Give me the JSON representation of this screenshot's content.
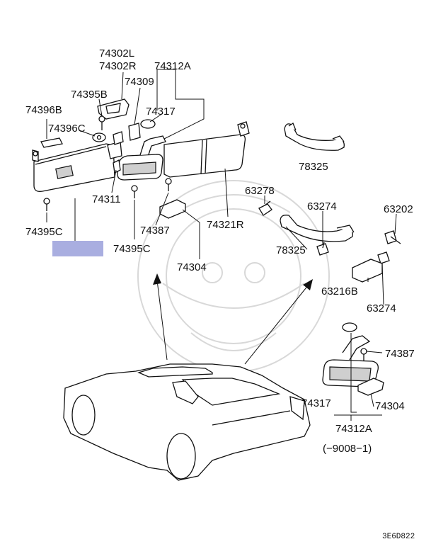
{
  "labels": {
    "l74302L": "74302L",
    "l74302R": "74302R",
    "l74312A_top": "74312A",
    "l74395B": "74395B",
    "l74309": "74309",
    "l74396B": "74396B",
    "l74317_top": "74317",
    "l74396C": "74396C",
    "l78325_top": "78325",
    "l63278": "63278",
    "l74311": "74311",
    "l63274_top": "63274",
    "l63202": "63202",
    "l74387_top": "74387",
    "l74321R": "74321R",
    "l74395C_left": "74395C",
    "l74395C_mid": "74395C",
    "l78325_bottom": "78325",
    "l74304_top": "74304",
    "l63216B": "63216B",
    "l63274_bottom": "63274",
    "l74387_bottom": "74387",
    "l74317_bottom": "74317",
    "l74304_bottom": "74304",
    "l74312A_bottom": "74312A",
    "note_date": "(−9008−1)",
    "diagram_code": "3E6D822"
  },
  "colors": {
    "highlight": "#a9aee0",
    "ink": "#111111",
    "watermark": "#d8d8d8"
  }
}
